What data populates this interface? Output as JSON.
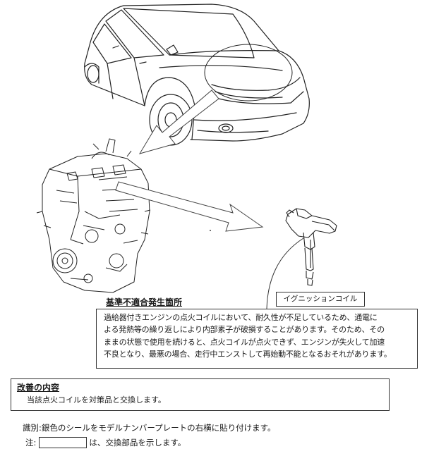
{
  "callout": {
    "defect_location": "基準不適合発生箇所",
    "part_name": "イグニッションコイル"
  },
  "description": {
    "lines": [
      "過給器付きエンジンの点火コイルにおいて、耐久性が不足しているため、通電に",
      "よる発熱等の繰り返しにより内部素子が破損することがあります。そのため、その",
      "ままの状態で使用を続けると、点火コイルが点火できず、エンジンが失火して加速",
      "不良となり、最悪の場合、走行中エンストして再始動不能となるおそれがあります。"
    ]
  },
  "improvement": {
    "title": "改善の内容",
    "body": "当該点火コイルを対策品と交換します。"
  },
  "identification": {
    "text": "識別:銀色のシールをモデルナンバープレートの右横に貼り付けます。"
  },
  "note": {
    "prefix": "注:",
    "suffix": "は、交換部品を示します。"
  }
}
